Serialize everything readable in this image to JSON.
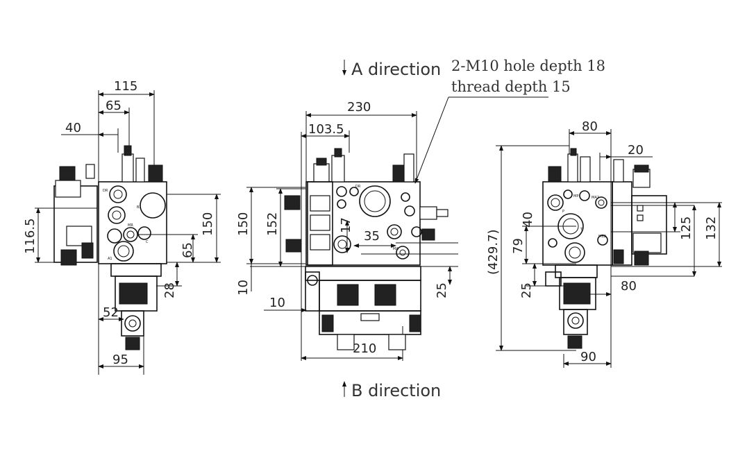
{
  "directions": {
    "a": "A direction",
    "b": "B direction"
  },
  "note": {
    "line1": "2-M10  hole depth 18",
    "line2": "thread depth 15"
  },
  "left_view": {
    "dims": {
      "d115": "115",
      "d65": "65",
      "d40": "40",
      "d116_5": "116.5",
      "d150": "150",
      "d65b": "65",
      "d28": "28",
      "d52": "52",
      "d95": "95"
    },
    "ports": {
      "dr": "DR",
      "b1": "B1",
      "a1": "A1",
      "mr": "MR",
      "c": "C"
    }
  },
  "center_view": {
    "dims": {
      "d230": "230",
      "d103_5": "103.5",
      "d150": "150",
      "d152": "152",
      "d17": "17",
      "d35": "35",
      "d10a": "10",
      "d10b": "10",
      "d25": "25",
      "d210": "210"
    },
    "ports": {
      "dr": "DR",
      "ma": "MA"
    }
  },
  "right_view": {
    "dims": {
      "d80": "80",
      "d20": "20",
      "d429_7": "(429.7)",
      "d79": "79",
      "d40": "40",
      "d125": "125",
      "d132": "132",
      "d25": "25",
      "d80b": "80",
      "d90": "90"
    },
    "ports": {
      "mp": "MP",
      "ma2": "MA2",
      "mb2": "MB2",
      "t": "T",
      "p": "P"
    }
  },
  "colors": {
    "line": "#111111",
    "text": "#333333",
    "background": "#ffffff"
  }
}
